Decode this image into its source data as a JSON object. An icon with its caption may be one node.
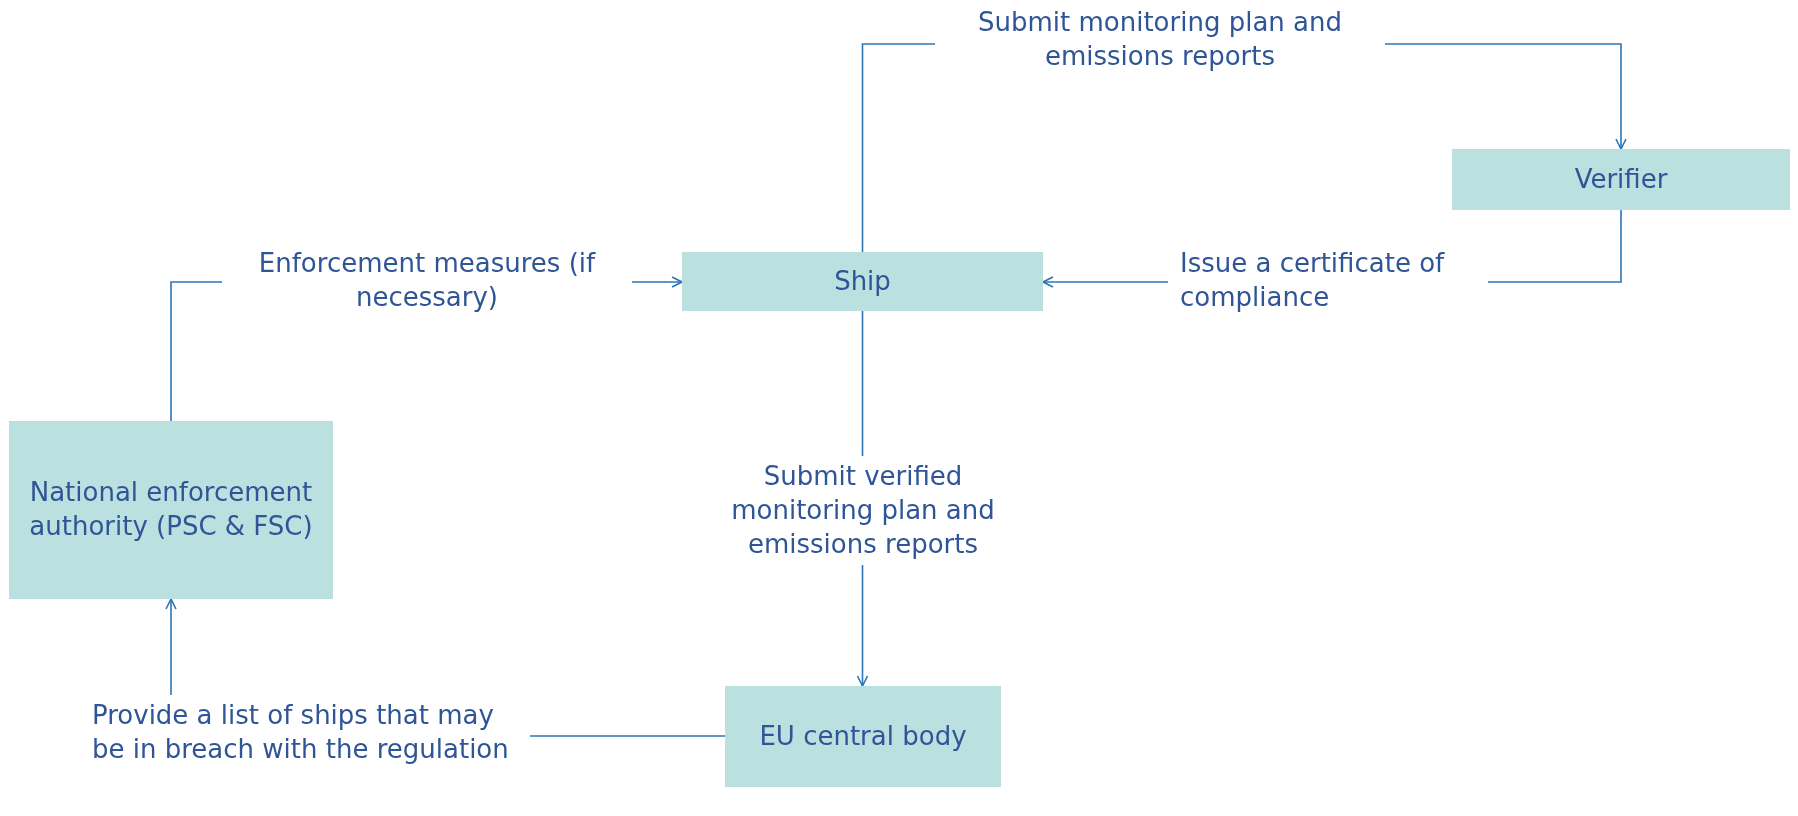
{
  "diagram": {
    "nodes": [
      {
        "text": [
          "Verifier"
        ]
      },
      {
        "text": [
          "Ship"
        ]
      },
      {
        "text": [
          "National enforcement authority (PSC & FSC)"
        ]
      },
      {
        "text": [
          "EU central body"
        ]
      }
    ],
    "edges": [
      {
        "from": 1,
        "to": 0,
        "arrow": "to",
        "label": "Submit monitoring plan and emissions reports"
      },
      {
        "from": 0,
        "to": 1,
        "arrow": "to",
        "label": "Issue a certificate of compliance"
      },
      {
        "from": 2,
        "to": 1,
        "arrow": "to",
        "label": "Enforcement measures (if necessary)"
      },
      {
        "from": 1,
        "to": 3,
        "arrow": "to",
        "label": "Submit verified monitoring plan and emissions reports"
      },
      {
        "from": 3,
        "to": 2,
        "arrow": "to",
        "label": "Provide a list of ships that may be in breach with the regulation"
      }
    ]
  }
}
